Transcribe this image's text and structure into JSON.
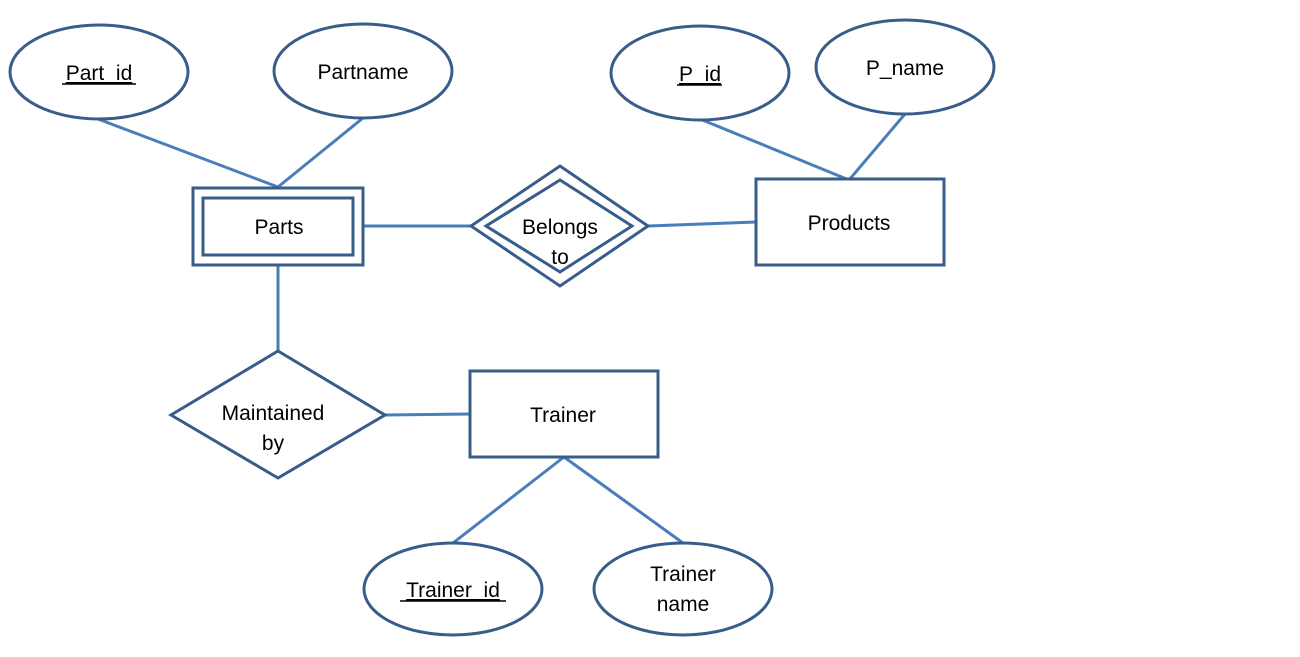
{
  "colors": {
    "line": "#4a7ebb",
    "shape_stroke": "#385d8a",
    "background": "#ffffff"
  },
  "entities": {
    "parts": "Parts",
    "products": "Products",
    "trainer": "Trainer"
  },
  "relationships": {
    "belongs_to": [
      "Belongs",
      "to"
    ],
    "maintained_by": [
      "Maintained",
      "by"
    ]
  },
  "attributes": {
    "part_id": "Part_id",
    "partname": "Partname",
    "p_id": "P_id",
    "p_name": "P_name",
    "trainer_id": "Trainer_id",
    "trainer_name": [
      "Trainer",
      "name"
    ]
  }
}
